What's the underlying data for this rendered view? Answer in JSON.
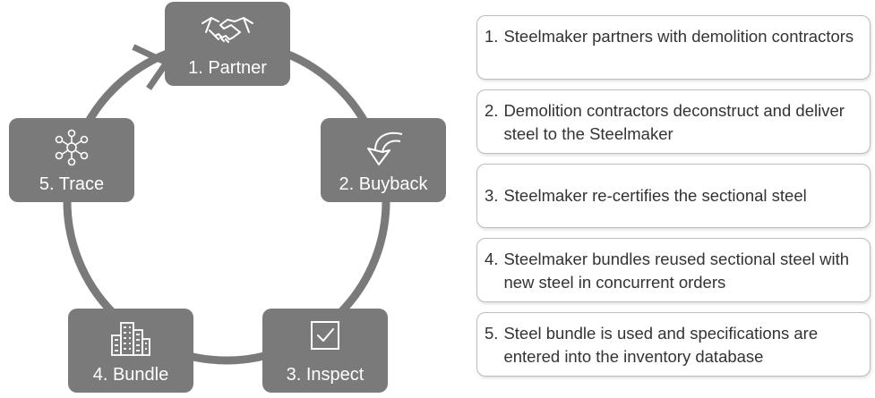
{
  "cycle": {
    "nodes": [
      {
        "id": "partner",
        "label": "1. Partner",
        "icon": "handshake-icon"
      },
      {
        "id": "buyback",
        "label": "2. Buyback",
        "icon": "curved-arrow-icon"
      },
      {
        "id": "inspect",
        "label": "3. Inspect",
        "icon": "checkbox-icon"
      },
      {
        "id": "bundle",
        "label": "4. Bundle",
        "icon": "buildings-icon"
      },
      {
        "id": "trace",
        "label": "5. Trace",
        "icon": "network-icon"
      }
    ],
    "colors": {
      "node": "#7a7a7a",
      "ring": "#7a7a7a",
      "text": "#ffffff"
    }
  },
  "steps": [
    {
      "num": "1.",
      "text": "Steelmaker partners with demolition contractors"
    },
    {
      "num": "2.",
      "text": "Demolition contractors deconstruct and deliver steel to the Steelmaker"
    },
    {
      "num": "3.",
      "text": "Steelmaker re-certifies the sectional steel"
    },
    {
      "num": "4.",
      "text": "Steelmaker bundles reused sectional steel with new steel in concurrent orders"
    },
    {
      "num": "5.",
      "text": "Steel bundle is used and specifications are entered into the inventory database"
    }
  ]
}
